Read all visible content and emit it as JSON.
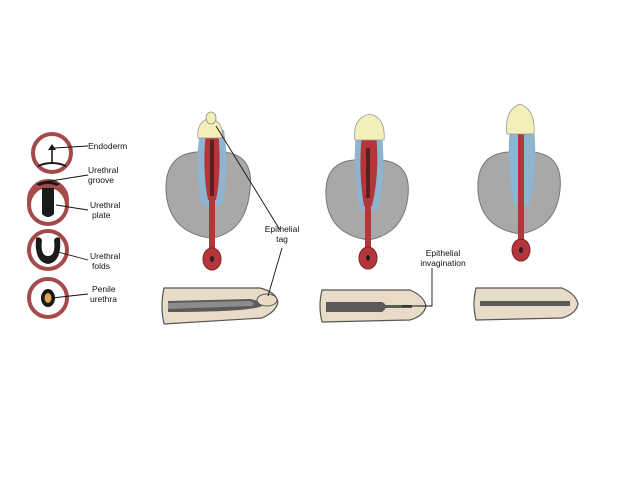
{
  "labels": {
    "endoderm": "Endoderm",
    "urethral_groove_1": "Urethral",
    "urethral_groove_2": "groove",
    "urethral_plate_1": "Urethral",
    "urethral_plate_2": "plate",
    "urethral_folds_1": "Urethral",
    "urethral_folds_2": "folds",
    "penile_urethra_1": "Penile",
    "penile_urethra_2": "urethra",
    "epithelial_tag_1": "Epithelial",
    "epithelial_tag_2": "tag",
    "epithelial_invagination_1": "Epithelial",
    "epithelial_invagination_2": "invagination"
  },
  "colors": {
    "outer_ring": "#a54a4a",
    "endoderm_dark": "#1a1a1a",
    "skin": "#e8dcc8",
    "glans": "#f4eeb8",
    "scrotum": "#a8a8a8",
    "urethra_red": "#b5363a",
    "shaft_blue": "#8fb4cf",
    "plate_gray": "#5a5a5a"
  }
}
